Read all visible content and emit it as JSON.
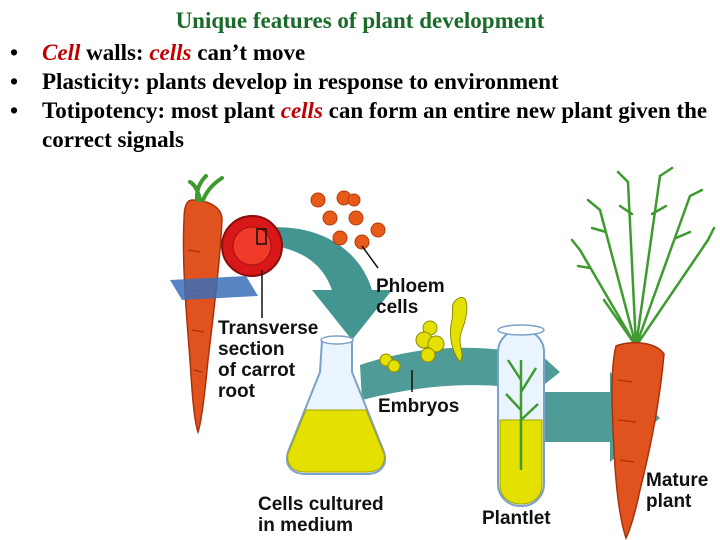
{
  "title": "Unique features of plant development",
  "bullets": [
    {
      "prefix": "Cell",
      "text": " walls: ",
      "em": "cells",
      "rest": " can’t move"
    },
    {
      "text": "Plasticity: plants develop in response to environment"
    },
    {
      "text": "Totipotency: most plant ",
      "em": "cells",
      "rest": " can form an entire new plant given the correct signals"
    }
  ],
  "bullet_glyph": "•",
  "labels": {
    "phloem": [
      "Phloem",
      "cells"
    ],
    "transverse": [
      "Transverse",
      "section",
      "of carrot",
      "root"
    ],
    "embryos": "Embryos",
    "cultured": [
      "Cells cultured",
      "in medium"
    ],
    "plantlet": "Plantlet",
    "mature": [
      "Mature",
      "plant"
    ]
  },
  "colors": {
    "title": "#1a6b2a",
    "emphasis": "#c00000",
    "carrot": "#e0531e",
    "foliage": "#3f9a2f",
    "arrow": "#2f8a86",
    "medium": "#e4e000"
  }
}
